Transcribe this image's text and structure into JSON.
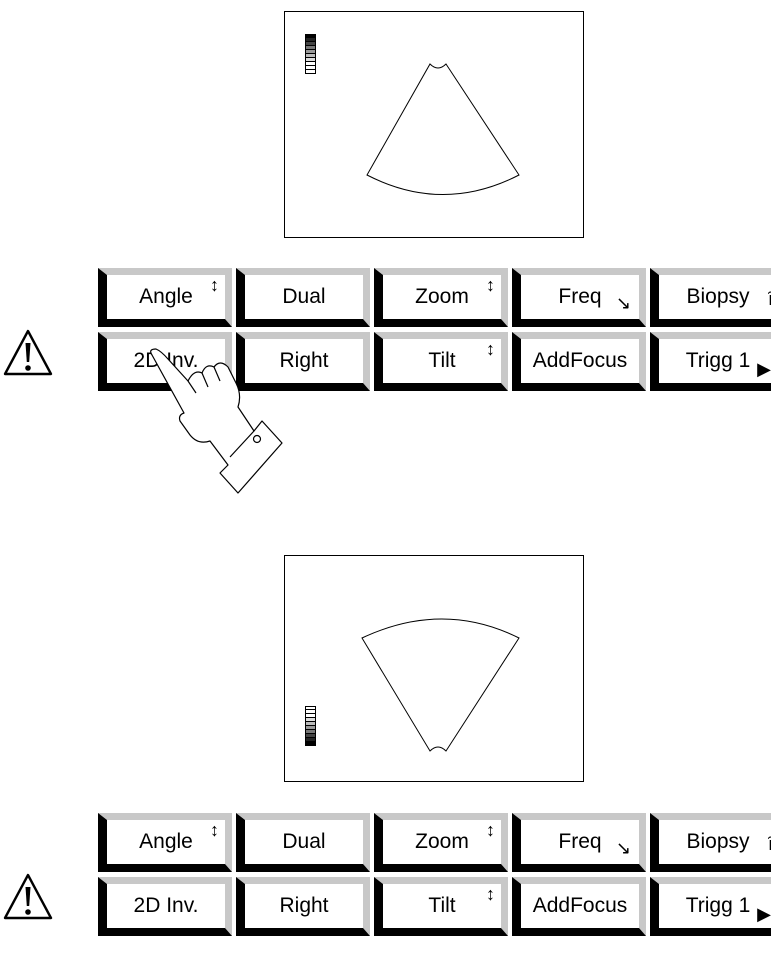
{
  "screens": [
    {
      "id": "top",
      "grayscale_order": "dark-to-light",
      "sector": "apex-up"
    },
    {
      "id": "bottom",
      "grayscale_order": "light-to-dark",
      "sector": "apex-down"
    }
  ],
  "keypads": [
    {
      "row1": [
        {
          "label": "Angle",
          "icon": "up-down-arrow-icon",
          "glyph": "↕"
        },
        {
          "label": "Dual",
          "icon": "",
          "glyph": ""
        },
        {
          "label": "Zoom",
          "icon": "up-down-arrow-icon",
          "glyph": "↕"
        },
        {
          "label": "Freq",
          "icon": "down-right-arrow-icon",
          "glyph": "↘"
        },
        {
          "label": "Biopsy",
          "icon": "biopsy-icon",
          "glyph": "ȋ"
        }
      ],
      "row2": [
        {
          "label": "2D Inv.",
          "icon": "",
          "glyph": ""
        },
        {
          "label": "Right",
          "icon": "",
          "glyph": ""
        },
        {
          "label": "Tilt",
          "icon": "up-down-arrow-icon",
          "glyph": "↕"
        },
        {
          "label": "AddFocus",
          "icon": "",
          "glyph": ""
        },
        {
          "label": "Trigg 1",
          "icon": "play-triangle-icon",
          "glyph": "▶"
        }
      ]
    },
    {
      "row1": [
        {
          "label": "Angle",
          "icon": "up-down-arrow-icon",
          "glyph": "↕"
        },
        {
          "label": "Dual",
          "icon": "",
          "glyph": ""
        },
        {
          "label": "Zoom",
          "icon": "up-down-arrow-icon",
          "glyph": "↕"
        },
        {
          "label": "Freq",
          "icon": "down-right-arrow-icon",
          "glyph": "↘"
        },
        {
          "label": "Biopsy",
          "icon": "biopsy-icon",
          "glyph": "ȋ"
        }
      ],
      "row2": [
        {
          "label": "2D Inv.",
          "icon": "",
          "glyph": ""
        },
        {
          "label": "Right",
          "icon": "",
          "glyph": ""
        },
        {
          "label": "Tilt",
          "icon": "up-down-arrow-icon",
          "glyph": "↕"
        },
        {
          "label": "AddFocus",
          "icon": "",
          "glyph": ""
        },
        {
          "label": "Trigg 1",
          "icon": "play-triangle-icon",
          "glyph": "▶"
        }
      ]
    }
  ],
  "pressed_key": "2D Inv.",
  "icons": {
    "warning": "warning-triangle-icon",
    "pointer": "pointing-hand-icon"
  }
}
